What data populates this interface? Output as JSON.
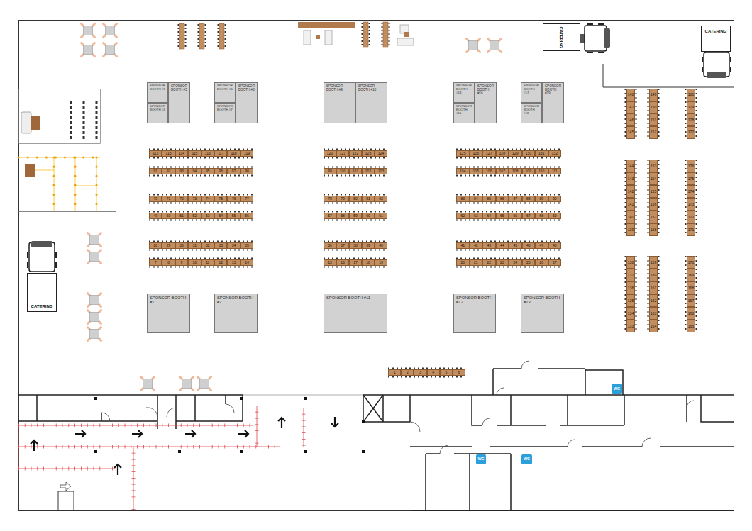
{
  "diagram": {
    "nodes": [
      {
        "text": [
          "CATERING"
        ]
      },
      {
        "text": [
          "CATERING"
        ]
      },
      {
        "text": [
          "SPONSOR BOOTH #3"
        ]
      },
      {
        "text": [
          "SPONSOR BOOTH #5"
        ]
      },
      {
        "text": [
          "SPONSOR BOOTH #4"
        ]
      },
      {
        "text": [
          "SPONSOR BOOTH #6"
        ]
      },
      {
        "text": [
          "SPONSOR BOOTH #8"
        ]
      },
      {
        "text": [
          "SPONSOR BOOTH #7"
        ]
      },
      {
        "text": [
          "SPONSOR BOOTH #9"
        ]
      },
      {
        "text": [
          "SPONSOR BOOTH #10"
        ]
      },
      {
        "text": [
          "SPONSOR BOOTH #14"
        ]
      },
      {
        "text": [
          "SPONSOR BOOTH #16"
        ]
      },
      {
        "text": [
          "SPONSOR BOOTH #15"
        ]
      },
      {
        "text": [
          "SPONSOR BOOTH #17"
        ]
      },
      {
        "text": [
          "SPONSOR BOOTH #19"
        ]
      },
      {
        "text": [
          "SPONSOR BOOTH #18"
        ]
      },
      {
        "text": [
          "112"
        ]
      },
      {
        "text": [
          "113"
        ]
      },
      {
        "text": [
          "114"
        ]
      },
      {
        "text": [
          "115"
        ]
      },
      {
        "text": [
          "116"
        ]
      },
      {
        "text": [
          "117"
        ]
      },
      {
        "text": [
          "118"
        ]
      },
      {
        "text": [
          "119"
        ]
      },
      {
        "text": [
          "120"
        ]
      },
      {
        "text": [
          "121"
        ]
      },
      {
        "text": [
          "122"
        ]
      },
      {
        "text": [
          "123"
        ]
      },
      {
        "text": [
          "124"
        ]
      },
      {
        "text": [
          "125"
        ]
      },
      {
        "text": [
          "126"
        ]
      },
      {
        "text": [
          "127"
        ]
      },
      {
        "text": [
          "128"
        ]
      },
      {
        "text": [
          "129"
        ]
      },
      {
        "text": [
          "130"
        ]
      },
      {
        "text": [
          "131"
        ]
      },
      {
        "text": [
          "132"
        ]
      },
      {
        "text": [
          "91"
        ]
      },
      {
        "text": [
          "92"
        ]
      },
      {
        "text": [
          "93"
        ]
      },
      {
        "text": [
          "94"
        ]
      },
      {
        "text": [
          "95"
        ]
      },
      {
        "text": [
          "96"
        ]
      },
      {
        "text": [
          "97"
        ]
      },
      {
        "text": [
          "98"
        ]
      },
      {
        "text": [
          "99"
        ]
      },
      {
        "text": [
          "100"
        ]
      },
      {
        "text": [
          "101"
        ]
      },
      {
        "text": [
          "102"
        ]
      },
      {
        "text": [
          "103"
        ]
      },
      {
        "text": [
          "104"
        ]
      },
      {
        "text": [
          "105"
        ]
      },
      {
        "text": [
          "106"
        ]
      },
      {
        "text": [
          "107"
        ]
      },
      {
        "text": [
          "108"
        ]
      },
      {
        "text": [
          "109"
        ]
      },
      {
        "text": [
          "110"
        ]
      },
      {
        "text": [
          "111"
        ]
      },
      {
        "text": [
          "70"
        ]
      },
      {
        "text": [
          "71"
        ]
      },
      {
        "text": [
          "72"
        ]
      },
      {
        "text": [
          "73"
        ]
      },
      {
        "text": [
          "74"
        ]
      },
      {
        "text": [
          "75"
        ]
      },
      {
        "text": [
          "76"
        ]
      },
      {
        "text": [
          "77"
        ]
      },
      {
        "text": [
          "78"
        ]
      },
      {
        "text": [
          "79"
        ]
      },
      {
        "text": [
          "80"
        ]
      },
      {
        "text": [
          "81"
        ]
      },
      {
        "text": [
          "82"
        ]
      },
      {
        "text": [
          "83"
        ]
      },
      {
        "text": [
          "84"
        ]
      },
      {
        "text": [
          "85"
        ]
      },
      {
        "text": [
          "86"
        ]
      },
      {
        "text": [
          "87"
        ]
      },
      {
        "text": [
          "88"
        ]
      },
      {
        "text": [
          "89"
        ]
      },
      {
        "text": [
          "90"
        ]
      },
      {
        "text": [
          "49"
        ]
      },
      {
        "text": [
          "50"
        ]
      },
      {
        "text": [
          "51"
        ]
      },
      {
        "text": [
          "52"
        ]
      },
      {
        "text": [
          "53"
        ]
      },
      {
        "text": [
          "54"
        ]
      },
      {
        "text": [
          "55"
        ]
      },
      {
        "text": [
          "56"
        ]
      },
      {
        "text": [
          "57"
        ]
      },
      {
        "text": [
          "58"
        ]
      },
      {
        "text": [
          "59"
        ]
      },
      {
        "text": [
          "60"
        ]
      },
      {
        "text": [
          "61"
        ]
      },
      {
        "text": [
          "62"
        ]
      },
      {
        "text": [
          "63"
        ]
      },
      {
        "text": [
          "64"
        ]
      },
      {
        "text": [
          "65"
        ]
      },
      {
        "text": [
          "66"
        ]
      },
      {
        "text": [
          "67"
        ]
      },
      {
        "text": [
          "68"
        ]
      },
      {
        "text": [
          "69"
        ]
      },
      {
        "text": [
          "28"
        ]
      },
      {
        "text": [
          "29"
        ]
      },
      {
        "text": [
          "30"
        ]
      },
      {
        "text": [
          "31"
        ]
      },
      {
        "text": [
          "32"
        ]
      },
      {
        "text": [
          "33"
        ]
      },
      {
        "text": [
          "34"
        ]
      },
      {
        "text": [
          "35"
        ]
      },
      {
        "text": [
          "36"
        ]
      },
      {
        "text": [
          "37"
        ]
      },
      {
        "text": [
          "38"
        ]
      },
      {
        "text": [
          "39"
        ]
      },
      {
        "text": [
          "40"
        ]
      },
      {
        "text": [
          "41"
        ]
      },
      {
        "text": [
          "42"
        ]
      },
      {
        "text": [
          "43"
        ]
      },
      {
        "text": [
          "44"
        ]
      },
      {
        "text": [
          "45"
        ]
      },
      {
        "text": [
          "46"
        ]
      },
      {
        "text": [
          "47"
        ]
      },
      {
        "text": [
          "48"
        ]
      },
      {
        "text": [
          "7"
        ]
      },
      {
        "text": [
          "8"
        ]
      },
      {
        "text": [
          "9"
        ]
      },
      {
        "text": [
          "10"
        ]
      },
      {
        "text": [
          "11"
        ]
      },
      {
        "text": [
          "12"
        ]
      },
      {
        "text": [
          "13"
        ]
      },
      {
        "text": [
          "14"
        ]
      },
      {
        "text": [
          "15"
        ]
      },
      {
        "text": [
          "16"
        ]
      },
      {
        "text": [
          "17"
        ]
      },
      {
        "text": [
          "18"
        ]
      },
      {
        "text": [
          "19"
        ]
      },
      {
        "text": [
          "20"
        ]
      },
      {
        "text": [
          "21"
        ]
      },
      {
        "text": [
          "22"
        ]
      },
      {
        "text": [
          "23"
        ]
      },
      {
        "text": [
          "24"
        ]
      },
      {
        "text": [
          "25"
        ]
      },
      {
        "text": [
          "26"
        ]
      },
      {
        "text": [
          "27"
        ]
      },
      {
        "text": [
          "148"
        ]
      },
      {
        "text": [
          "147"
        ]
      },
      {
        "text": [
          "146"
        ]
      },
      {
        "text": [
          "145"
        ]
      },
      {
        "text": [
          "144"
        ]
      },
      {
        "text": [
          "143"
        ]
      },
      {
        "text": [
          "142"
        ]
      },
      {
        "text": [
          "141"
        ]
      },
      {
        "text": [
          "140"
        ]
      },
      {
        "text": [
          "139"
        ]
      },
      {
        "text": [
          "138"
        ]
      },
      {
        "text": [
          "137"
        ]
      },
      {
        "text": [
          "136"
        ]
      },
      {
        "text": [
          "135"
        ]
      },
      {
        "text": [
          "134"
        ]
      },
      {
        "text": [
          "133"
        ]
      },
      {
        "text": [
          "149"
        ]
      },
      {
        "text": [
          "150"
        ]
      },
      {
        "text": [
          "151"
        ]
      },
      {
        "text": [
          "152"
        ]
      },
      {
        "text": [
          "153"
        ]
      },
      {
        "text": [
          "154"
        ]
      },
      {
        "text": [
          "155"
        ]
      },
      {
        "text": [
          "156"
        ]
      },
      {
        "text": [
          "157"
        ]
      },
      {
        "text": [
          "158"
        ]
      },
      {
        "text": [
          "159"
        ]
      },
      {
        "text": [
          "160"
        ]
      },
      {
        "text": [
          "161"
        ]
      },
      {
        "text": [
          "162"
        ]
      },
      {
        "text": [
          "163"
        ]
      },
      {
        "text": [
          "164"
        ]
      },
      {
        "text": [
          "180"
        ]
      },
      {
        "text": [
          "179"
        ]
      },
      {
        "text": [
          "178"
        ]
      },
      {
        "text": [
          "177"
        ]
      },
      {
        "text": [
          "176"
        ]
      },
      {
        "text": [
          "175"
        ]
      },
      {
        "text": [
          "174"
        ]
      },
      {
        "text": [
          "173"
        ]
      },
      {
        "text": [
          "172"
        ]
      },
      {
        "text": [
          "171"
        ]
      },
      {
        "text": [
          "170"
        ]
      },
      {
        "text": [
          "169"
        ]
      },
      {
        "text": [
          "168"
        ]
      },
      {
        "text": [
          "167"
        ]
      },
      {
        "text": [
          "166"
        ]
      },
      {
        "text": [
          "165"
        ]
      },
      {
        "text": [
          "CATERING"
        ]
      },
      {
        "text": [
          "SPONSOR BOOTH #1"
        ]
      },
      {
        "text": [
          "SPONSOR BOOTH #2"
        ]
      },
      {
        "text": [
          "SPONSOR BOOTH #11"
        ]
      },
      {
        "text": [
          "SPONSOR BOOTH #12"
        ]
      },
      {
        "text": [
          "SPONSOR BOOTH #13"
        ]
      },
      {
        "text": [
          "1"
        ]
      },
      {
        "text": [
          "2"
        ]
      },
      {
        "text": [
          "3"
        ]
      },
      {
        "text": [
          "4"
        ]
      },
      {
        "text": [
          "5"
        ]
      },
      {
        "text": [
          "6"
        ]
      },
      {
        "text": [
          "WC"
        ]
      },
      {
        "text": [
          "WC"
        ]
      },
      {
        "text": [
          "WC"
        ]
      }
    ]
  }
}
